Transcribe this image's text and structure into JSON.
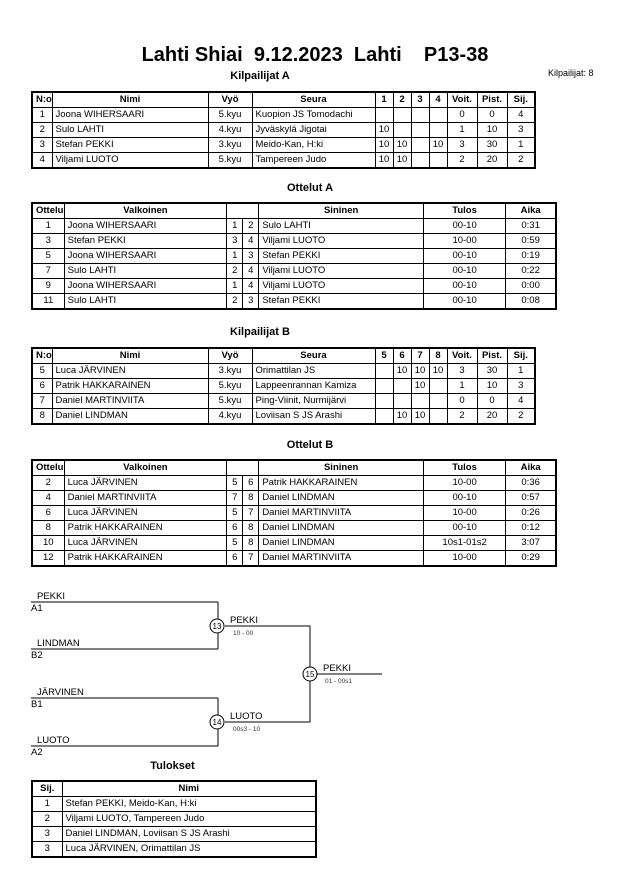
{
  "title": "Lahti Shiai  9.12.2023  Lahti    P13-38",
  "competitor_count": "Kilpailijat: 8",
  "pool_a": {
    "title": "Kilpailijat A",
    "headers": {
      "no": "N:o",
      "name": "Nimi",
      "belt": "Vyö",
      "club": "Seura",
      "r1": "1",
      "r2": "2",
      "r3": "3",
      "r4": "4",
      "wins": "Voit.",
      "points": "Pist.",
      "place": "Sij."
    },
    "rows": [
      {
        "no": "1",
        "name": "Joona WIHERSAARI",
        "belt": "5.kyu",
        "club": "Kuopion JS Tomodachi",
        "r1": "",
        "r2": "",
        "r3": "",
        "r4": "",
        "wins": "0",
        "points": "0",
        "place": "4"
      },
      {
        "no": "2",
        "name": "Sulo LAHTI",
        "belt": "4.kyu",
        "club": "Jyväskylä Jigotai",
        "r1": "10",
        "r2": "",
        "r3": "",
        "r4": "",
        "wins": "1",
        "points": "10",
        "place": "3"
      },
      {
        "no": "3",
        "name": "Stefan PEKKI",
        "belt": "3.kyu",
        "club": "Meido-Kan, H:ki",
        "r1": "10",
        "r2": "10",
        "r3": "",
        "r4": "10",
        "wins": "3",
        "points": "30",
        "place": "1"
      },
      {
        "no": "4",
        "name": "Viljami LUOTO",
        "belt": "5.kyu",
        "club": "Tampereen Judo",
        "r1": "10",
        "r2": "10",
        "r3": "",
        "r4": "",
        "wins": "2",
        "points": "20",
        "place": "2"
      }
    ]
  },
  "matches_a": {
    "title": "Ottelut A",
    "headers": {
      "match": "Ottelu",
      "white": "Valkoinen",
      "blue": "Sininen",
      "result": "Tulos",
      "time": "Aika"
    },
    "rows": [
      {
        "match": "1",
        "white": "Joona WIHERSAARI",
        "wn": "1",
        "bn": "2",
        "blue": "Sulo LAHTI",
        "result": "00-10",
        "time": "0:31"
      },
      {
        "match": "3",
        "white": "Stefan PEKKI",
        "wn": "3",
        "bn": "4",
        "blue": "Viljami LUOTO",
        "result": "10-00",
        "time": "0:59"
      },
      {
        "match": "5",
        "white": "Joona WIHERSAARI",
        "wn": "1",
        "bn": "3",
        "blue": "Stefan PEKKI",
        "result": "00-10",
        "time": "0:19"
      },
      {
        "match": "7",
        "white": "Sulo LAHTI",
        "wn": "2",
        "bn": "4",
        "blue": "Viljami LUOTO",
        "result": "00-10",
        "time": "0:22"
      },
      {
        "match": "9",
        "white": "Joona WIHERSAARI",
        "wn": "1",
        "bn": "4",
        "blue": "Viljami LUOTO",
        "result": "00-10",
        "time": "0:00"
      },
      {
        "match": "11",
        "white": "Sulo LAHTI",
        "wn": "2",
        "bn": "3",
        "blue": "Stefan PEKKI",
        "result": "00-10",
        "time": "0:08"
      }
    ]
  },
  "pool_b": {
    "title": "Kilpailijat B",
    "headers": {
      "no": "N:o",
      "name": "Nimi",
      "belt": "Vyö",
      "club": "Seura",
      "r1": "5",
      "r2": "6",
      "r3": "7",
      "r4": "8",
      "wins": "Voit.",
      "points": "Pist.",
      "place": "Sij."
    },
    "rows": [
      {
        "no": "5",
        "name": "Luca JÄRVINEN",
        "belt": "3.kyu",
        "club": "Orimattilan JS",
        "r1": "",
        "r2": "10",
        "r3": "10",
        "r4": "10",
        "wins": "3",
        "points": "30",
        "place": "1"
      },
      {
        "no": "6",
        "name": "Patrik HAKKARAINEN",
        "belt": "5.kyu",
        "club": "Lappeenrannan Kamiza",
        "r1": "",
        "r2": "",
        "r3": "10",
        "r4": "",
        "wins": "1",
        "points": "10",
        "place": "3"
      },
      {
        "no": "7",
        "name": "Daniel MARTINVIITA",
        "belt": "5.kyu",
        "club": "Ping-Viinit, Nurmijärvi",
        "r1": "",
        "r2": "",
        "r3": "",
        "r4": "",
        "wins": "0",
        "points": "0",
        "place": "4"
      },
      {
        "no": "8",
        "name": "Daniel LINDMAN",
        "belt": "4.kyu",
        "club": "Loviisan S JS Arashi",
        "r1": "",
        "r2": "10",
        "r3": "10",
        "r4": "",
        "wins": "2",
        "points": "20",
        "place": "2"
      }
    ]
  },
  "matches_b": {
    "title": "Ottelut B",
    "headers": {
      "match": "Ottelu",
      "white": "Valkoinen",
      "blue": "Sininen",
      "result": "Tulos",
      "time": "Aika"
    },
    "rows": [
      {
        "match": "2",
        "white": "Luca JÄRVINEN",
        "wn": "5",
        "bn": "6",
        "blue": "Patrik HAKKARAINEN",
        "result": "10-00",
        "time": "0:36"
      },
      {
        "match": "4",
        "white": "Daniel MARTINVIITA",
        "wn": "7",
        "bn": "8",
        "blue": "Daniel LINDMAN",
        "result": "00-10",
        "time": "0:57"
      },
      {
        "match": "6",
        "white": "Luca JÄRVINEN",
        "wn": "5",
        "bn": "7",
        "blue": "Daniel MARTINVIITA",
        "result": "10-00",
        "time": "0:26"
      },
      {
        "match": "8",
        "white": "Patrik HAKKARAINEN",
        "wn": "6",
        "bn": "8",
        "blue": "Daniel LINDMAN",
        "result": "00-10",
        "time": "0:12"
      },
      {
        "match": "10",
        "white": "Luca JÄRVINEN",
        "wn": "5",
        "bn": "8",
        "blue": "Daniel LINDMAN",
        "result": "10s1-01s2",
        "time": "3:07"
      },
      {
        "match": "12",
        "white": "Patrik HAKKARAINEN",
        "wn": "6",
        "bn": "7",
        "blue": "Daniel MARTINVIITA",
        "result": "10-00",
        "time": "0:29"
      }
    ]
  },
  "bracket": {
    "s1_name": "PEKKI",
    "s1_seed": "A1",
    "s2_name": "LINDMAN",
    "s2_seed": "B2",
    "s3_name": "JÄRVINEN",
    "s3_seed": "B1",
    "s4_name": "LUOTO",
    "s4_seed": "A2",
    "m13": "13",
    "m13_winner": "PEKKI",
    "m13_score": "10 - 00",
    "m14": "14",
    "m14_winner": "LUOTO",
    "m14_score": "00s3 - 10",
    "m15": "15",
    "m15_winner": "PEKKI",
    "m15_score": "01 - 00s1"
  },
  "results": {
    "title": "Tulokset",
    "headers": {
      "place": "Sij.",
      "name": "Nimi"
    },
    "rows": [
      {
        "place": "1",
        "name": "Stefan PEKKI, Meido-Kan, H:ki"
      },
      {
        "place": "2",
        "name": "Viljami LUOTO, Tampereen Judo"
      },
      {
        "place": "3",
        "name": "Daniel LINDMAN, Loviisan S JS Arashi"
      },
      {
        "place": "3",
        "name": "Luca JÄRVINEN, Orimattilan JS"
      }
    ]
  }
}
